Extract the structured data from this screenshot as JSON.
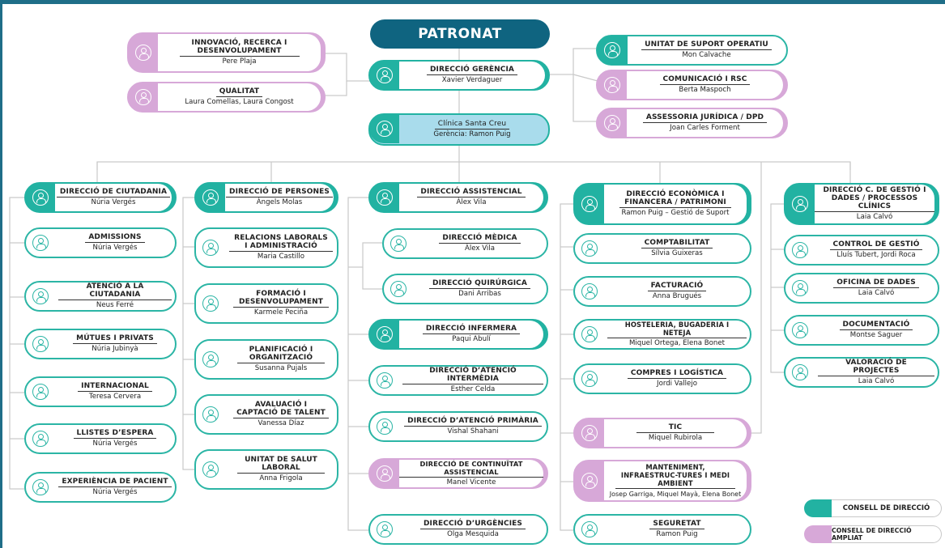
{
  "top": {
    "title": "PATRONAT"
  },
  "colors": {
    "teal": "#22b2a2",
    "lavender": "#d7a8d8",
    "blue": "#a9dcec",
    "navy": "#0f6480"
  },
  "nodes": {
    "innovacio": {
      "title": "INNOVACIÓ, RECERCA I DESENVOLUPAMENT",
      "name": "Pere Plaja"
    },
    "qualitat": {
      "title": "QUALITAT",
      "name": "Laura Comellas, Laura Congost"
    },
    "direccio_gerencia": {
      "title": "DIRECCIÓ GERÈNCIA",
      "name": "Xavier Verdaguer"
    },
    "clinica": {
      "title": "Clínica Santa Creu",
      "name": "Gerència: Ramon Puig"
    },
    "suport": {
      "title": "UNITAT DE SUPORT OPERATIU",
      "name": "Mon Calvache"
    },
    "comunicacio": {
      "title": "COMUNICACIÓ I RSC",
      "name": "Berta Maspoch"
    },
    "assessoria": {
      "title": "ASSESSORIA JURÍDICA / DPD",
      "name": "Joan Carles Forment"
    },
    "ciutadania": {
      "title": "DIRECCIÓ DE CIUTADANIA",
      "name": "Núria Vergés"
    },
    "admissions": {
      "title": "ADMISSIONS",
      "name": "Núria Vergés"
    },
    "atencio": {
      "title": "ATENCIÓ A LA CIUTADANIA",
      "name": "Neus Ferré"
    },
    "mutues": {
      "title": "MÚTUES I PRIVATS",
      "name": "Núria Jubinyà"
    },
    "internacional": {
      "title": "INTERNACIONAL",
      "name": "Teresa Cervera"
    },
    "llistes": {
      "title": "LLISTES D’ESPERA",
      "name": "Núria Vergés"
    },
    "experiencia": {
      "title": "EXPERIÈNCIA DE PACIENT",
      "name": "Núria Vergés"
    },
    "persones": {
      "title": "DIRECCIÓ DE PERSONES",
      "name": "Àngels Molas"
    },
    "relacions": {
      "title": "RELACIONS LABORALS I ADMINISTRACIÓ",
      "name": "Maria Castillo"
    },
    "formacio": {
      "title": "FORMACIÓ I DESENVOLUPAMENT",
      "name": "Karmele Peciña"
    },
    "planificacio": {
      "title": "PLANIFICACIÓ I ORGANITZACIÓ",
      "name": "Susanna Pujals"
    },
    "avaluacio": {
      "title": "AVALUACIÓ I CAPTACIÓ DE TALENT",
      "name": "Vanessa Díaz"
    },
    "salut": {
      "title": "UNITAT DE SALUT LABORAL",
      "name": "Anna Frigola"
    },
    "assistencial": {
      "title": "DIRECCIÓ ASSISTENCIAL",
      "name": "Àlex Vila"
    },
    "medica": {
      "title": "DIRECCIÓ MÈDICA",
      "name": "Àlex Vila"
    },
    "quirurgica": {
      "title": "DIRECCIÓ QUIRÚRGICA",
      "name": "Dani Arribas"
    },
    "infermera": {
      "title": "DIRECCIÓ INFERMERA",
      "name": "Paqui Abulí"
    },
    "intermedia": {
      "title": "DIRECCIÓ D’ATENCIÓ INTERMÈDIA",
      "name": "Esther Celda"
    },
    "primaria": {
      "title": "DIRECCIÓ D’ATENCIÓ PRIMÀRIA",
      "name": "Vishal Shahani"
    },
    "continuitat": {
      "title": "DIRECCIÓ DE CONTINUÏTAT ASSISTENCIAL",
      "name": "Manel Vicente"
    },
    "urgencies": {
      "title": "DIRECCIÓ D’URGÈNCIES",
      "name": "Olga Mesquida"
    },
    "economica": {
      "title": "DIRECCIÓ ECONÒMICA I FINANCERA / PATRIMONI",
      "name": "Ramon Puig – Gestió de Suport"
    },
    "comptabilitat": {
      "title": "COMPTABILITAT",
      "name": "Sílvia Guixeras"
    },
    "facturacio": {
      "title": "FACTURACIÓ",
      "name": "Anna Brugués"
    },
    "hosteleria": {
      "title": "HOSTELERIA, BUGADERIA I NETEJA",
      "name": "Miquel Ortega, Elena Bonet"
    },
    "compres": {
      "title": "COMPRES I LOGÍSTICA",
      "name": "Jordi Vallejo"
    },
    "tic": {
      "title": "TIC",
      "name": "Miquel Rubirola"
    },
    "manteniment": {
      "title": "MANTENIMENT, INFRAESTRUC-TURES I MEDI AMBIENT",
      "name": "Josep Garriga, Miquel Mayà, Elena Bonet"
    },
    "seguretat": {
      "title": "SEGURETAT",
      "name": "Ramon Puig"
    },
    "gestio_dades": {
      "title": "DIRECCIÓ C. DE GESTIÓ I DADES / PROCESSOS CLÍNICS",
      "name": "Laia Calvó"
    },
    "control": {
      "title": "CONTROL DE GESTIÓ",
      "name": "Lluís Tubert, Jordi Roca"
    },
    "oficina": {
      "title": "OFICINA DE DADES",
      "name": "Laia Calvó"
    },
    "documentacio": {
      "title": "DOCUMENTACIÓ",
      "name": "Montse Saguer"
    },
    "valoracio": {
      "title": "VALORACIÓ DE PROJECTES",
      "name": "Laia Calvó"
    }
  },
  "legend": {
    "consell": "CONSELL DE DIRECCIÓ",
    "ampliat": "CONSELL DE DIRECCIÓ AMPLIAT"
  }
}
